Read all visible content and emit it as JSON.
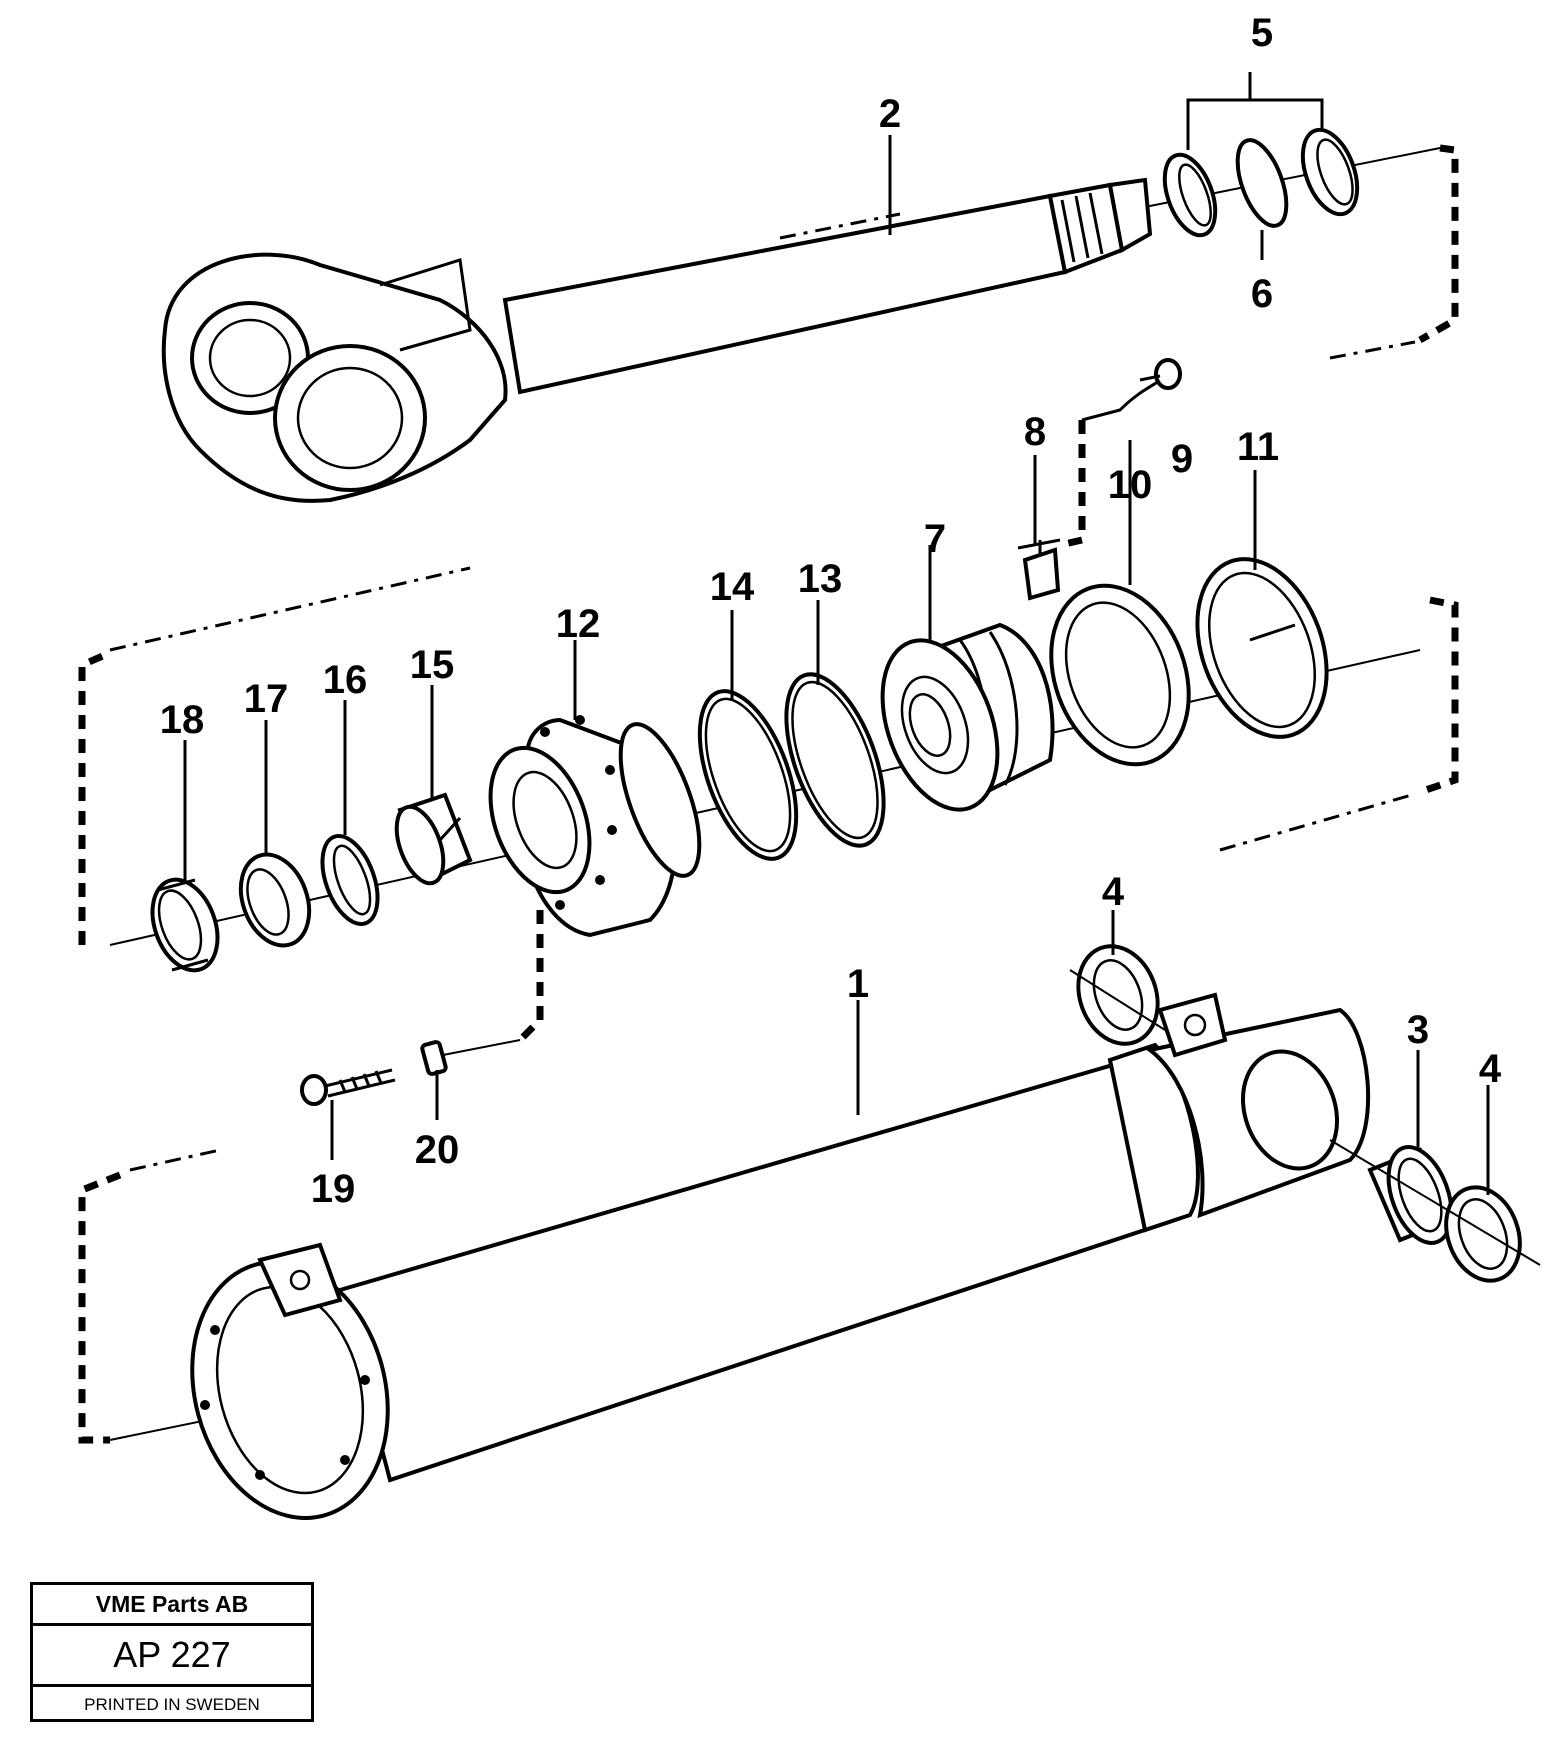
{
  "callouts": {
    "c1": "1",
    "c2": "2",
    "c3": "3",
    "c4a": "4",
    "c4b": "4",
    "c5": "5",
    "c6": "6",
    "c7": "7",
    "c8": "8",
    "c9": "9",
    "c10": "10",
    "c11": "11",
    "c12": "12",
    "c13": "13",
    "c14": "14",
    "c15": "15",
    "c16": "16",
    "c17": "17",
    "c18": "18",
    "c19": "19",
    "c20": "20"
  },
  "title_block": {
    "company": "VME Parts AB",
    "drawing_number": "AP 227",
    "footer": "PRINTED IN SWEDEN"
  }
}
